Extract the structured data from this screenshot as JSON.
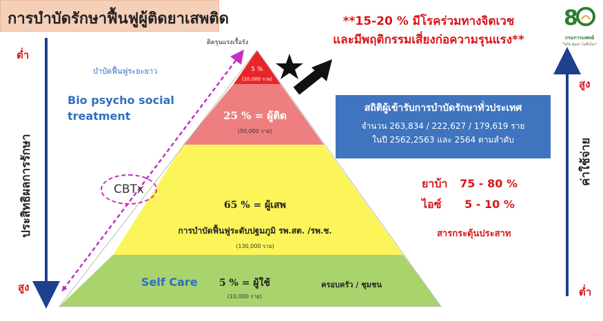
{
  "title": "การบำบัดรักษาฟื้นฟูผู้ติดยาเสพติด",
  "red_note": {
    "line1": "**15-20 % มีโรคร่วมทางจิตเวช",
    "line2": "และมีพฤติกรรมเสี่ยงก่อความรุนแรง**"
  },
  "logo": {
    "number": "80",
    "org": "กรมการแพทย์",
    "tagline": "\"ใส่ใจ คุ้มค่า ไม่ทิ้งใคร\""
  },
  "left_axis": {
    "top": "ต่ำ",
    "label": "ประสิทธิผลการรักษา",
    "bottom": "สูง"
  },
  "right_axis": {
    "top": "สูง",
    "label": "ค่าใช้จ่าย",
    "bottom": "ต่ำ"
  },
  "pyramid": {
    "apex_label": "ติดรุนแรงเรื้อรัง",
    "levels": [
      {
        "percent": "5 %",
        "count": "(10,000 ราย)",
        "color": "#e8262a"
      },
      {
        "title": "25 % = ผู้ติด",
        "count": "(50,000 ราย)",
        "color": "#ee7f80"
      },
      {
        "title": "65 % = ผู้เสพ",
        "desc": "การบำบัดฟื้นฟูระดับปฐมภูมิ รพ.สต. /รพ.ช.",
        "count": "(130,000 ราย)",
        "color": "#fcf559"
      },
      {
        "title": "5 % = ผู้ใช้",
        "count": "(10,000 ราย)",
        "right": "ครอบครัว / ชุมชน",
        "color": "#a9d36c"
      }
    ]
  },
  "longterm_label": "บำบัดฟื้นฟูระยะยาว",
  "bio_label": {
    "line1": "Bio psycho social",
    "line2": "treatment"
  },
  "cbtx_label": "CBTx",
  "selfcare_label": "Self Care",
  "stats_box": {
    "line1": "สถิติผู้เข้ารับการบำบัดรักษาทั่วประเทศ",
    "line2": "จำนวน 263,834 / 222,627 / 179,619 ราย",
    "line3": "ในปี 2562,2563 และ 2564 ตามลำดับ"
  },
  "drugs": [
    {
      "name": "ยาบ้า",
      "range": "75 - 80 %"
    },
    {
      "name": "ไอซ์",
      "range": "5 - 10 %"
    }
  ],
  "stimulant_label": "สารกระตุ้นประสาท",
  "colors": {
    "red_text": "#d8161b",
    "blue_text": "#2f6fc0",
    "stats_bg": "#3f74bf",
    "axis_blue": "#1f3f8f",
    "dash_magenta": "#c42fc7"
  }
}
